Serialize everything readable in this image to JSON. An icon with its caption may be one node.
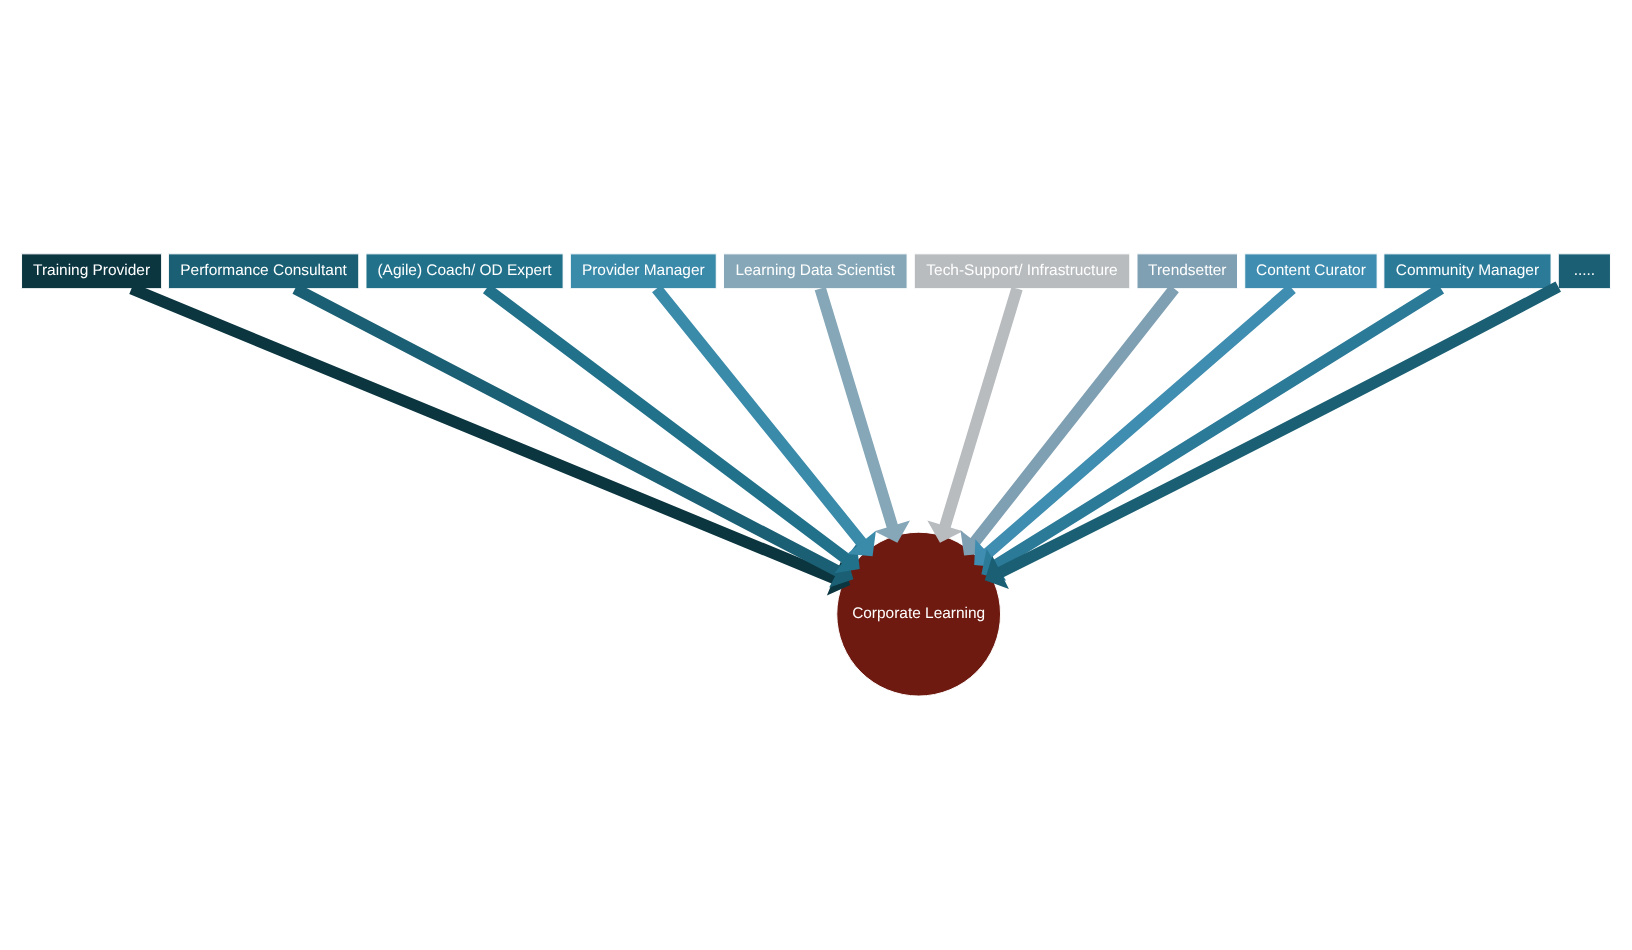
{
  "diagram": {
    "nodes": [
      {
        "text": [
          "Training Provider"
        ]
      },
      {
        "text": [
          "Performance Consultant"
        ]
      },
      {
        "text": [
          "(Agile) Coach/ OD Expert"
        ]
      },
      {
        "text": [
          "Provider Manager"
        ]
      },
      {
        "text": [
          "Learning Data Scientist"
        ]
      },
      {
        "text": [
          "Tech-Support/ Infrastructure"
        ]
      },
      {
        "text": [
          "Trendsetter"
        ]
      },
      {
        "text": [
          "Content Curator"
        ]
      },
      {
        "text": [
          "Community Manager"
        ]
      },
      {
        "text": [
          "....."
        ]
      },
      {
        "text": [
          "Corporate Learning"
        ]
      }
    ],
    "edges": [
      {
        "from": 0,
        "to": 10,
        "arrow": "to",
        "color": "#0b3640"
      },
      {
        "from": 1,
        "to": 10,
        "arrow": "to",
        "color": "#1a5f73"
      },
      {
        "from": 2,
        "to": 10,
        "arrow": "to",
        "color": "#21718a"
      },
      {
        "from": 3,
        "to": 10,
        "arrow": "to",
        "color": "#3a8aaa"
      },
      {
        "from": 4,
        "to": 10,
        "arrow": "to",
        "color": "#85a7b8"
      },
      {
        "from": 5,
        "to": 10,
        "arrow": "to",
        "color": "#b8bcbf"
      },
      {
        "from": 6,
        "to": 10,
        "arrow": "to",
        "color": "#7f9fb2"
      },
      {
        "from": 7,
        "to": 10,
        "arrow": "to",
        "color": "#3f8db0"
      },
      {
        "from": 8,
        "to": 10,
        "arrow": "to",
        "color": "#2a7a98"
      },
      {
        "from": 9,
        "to": 10,
        "arrow": "to",
        "color": "#1a5f73"
      }
    ]
  }
}
